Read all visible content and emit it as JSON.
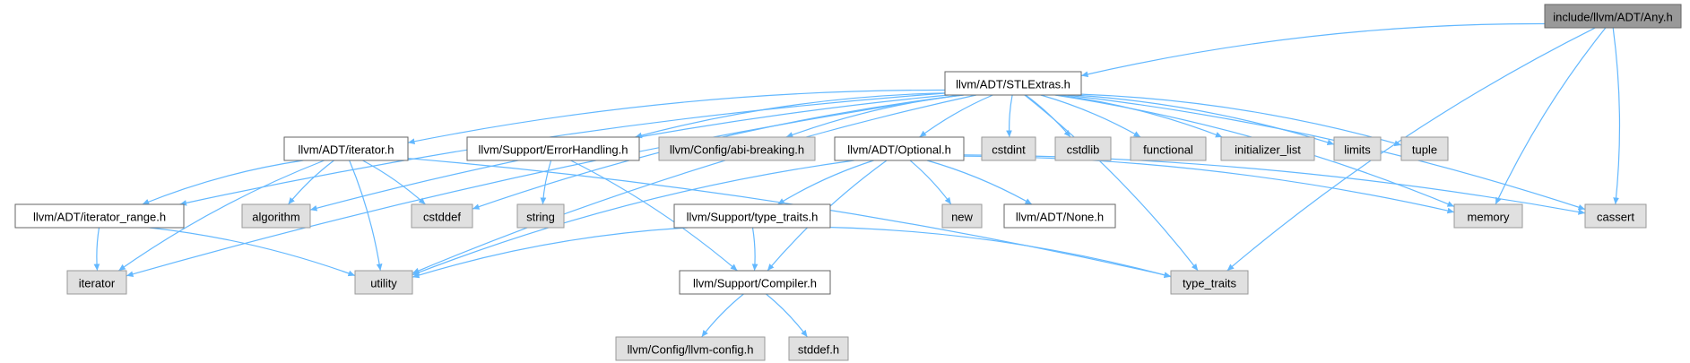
{
  "colors": {
    "edge": "#63b8ff",
    "root_fill": "#999999",
    "documented_fill": "#ffffff",
    "system_fill": "#e0e0e0",
    "border_dark": "#666666",
    "border_gray": "#999999"
  },
  "nodes": [
    {
      "id": "any",
      "label": "include/llvm/ADT/Any.h",
      "kind": "root"
    },
    {
      "id": "stlextras",
      "label": "llvm/ADT/STLExtras.h",
      "kind": "documented"
    },
    {
      "id": "iteratorh",
      "label": "llvm/ADT/iterator.h",
      "kind": "documented"
    },
    {
      "id": "errorhandling",
      "label": "llvm/Support/ErrorHandling.h",
      "kind": "documented"
    },
    {
      "id": "abibreaking",
      "label": "llvm/Config/abi-breaking.h",
      "kind": "system"
    },
    {
      "id": "optional",
      "label": "llvm/ADT/Optional.h",
      "kind": "documented"
    },
    {
      "id": "cstdint",
      "label": "cstdint",
      "kind": "system"
    },
    {
      "id": "cstdlib",
      "label": "cstdlib",
      "kind": "system"
    },
    {
      "id": "functional",
      "label": "functional",
      "kind": "system"
    },
    {
      "id": "initializer_list",
      "label": "initializer_list",
      "kind": "system"
    },
    {
      "id": "limits",
      "label": "limits",
      "kind": "system"
    },
    {
      "id": "tuple",
      "label": "tuple",
      "kind": "system"
    },
    {
      "id": "iterator_range",
      "label": "llvm/ADT/iterator_range.h",
      "kind": "documented"
    },
    {
      "id": "algorithm",
      "label": "algorithm",
      "kind": "system"
    },
    {
      "id": "cstddef",
      "label": "cstddef",
      "kind": "system"
    },
    {
      "id": "string",
      "label": "string",
      "kind": "system"
    },
    {
      "id": "type_traits_h",
      "label": "llvm/Support/type_traits.h",
      "kind": "documented"
    },
    {
      "id": "new",
      "label": "new",
      "kind": "system"
    },
    {
      "id": "none",
      "label": "llvm/ADT/None.h",
      "kind": "documented"
    },
    {
      "id": "memory",
      "label": "memory",
      "kind": "system"
    },
    {
      "id": "cassert",
      "label": "cassert",
      "kind": "system"
    },
    {
      "id": "iterator",
      "label": "iterator",
      "kind": "system"
    },
    {
      "id": "utility",
      "label": "utility",
      "kind": "system"
    },
    {
      "id": "compiler",
      "label": "llvm/Support/Compiler.h",
      "kind": "documented"
    },
    {
      "id": "type_traits",
      "label": "type_traits",
      "kind": "system"
    },
    {
      "id": "llvmconfig",
      "label": "llvm/Config/llvm-config.h",
      "kind": "system"
    },
    {
      "id": "stddef",
      "label": "stddef.h",
      "kind": "system"
    }
  ],
  "edges": [
    [
      "any",
      "stlextras"
    ],
    [
      "any",
      "memory"
    ],
    [
      "any",
      "cassert"
    ],
    [
      "any",
      "type_traits"
    ],
    [
      "stlextras",
      "iteratorh"
    ],
    [
      "stlextras",
      "errorhandling"
    ],
    [
      "stlextras",
      "abibreaking"
    ],
    [
      "stlextras",
      "optional"
    ],
    [
      "stlextras",
      "cstdint"
    ],
    [
      "stlextras",
      "cstdlib"
    ],
    [
      "stlextras",
      "functional"
    ],
    [
      "stlextras",
      "initializer_list"
    ],
    [
      "stlextras",
      "limits"
    ],
    [
      "stlextras",
      "tuple"
    ],
    [
      "stlextras",
      "memory"
    ],
    [
      "stlextras",
      "cassert"
    ],
    [
      "stlextras",
      "type_traits"
    ],
    [
      "stlextras",
      "iterator_range"
    ],
    [
      "stlextras",
      "algorithm"
    ],
    [
      "stlextras",
      "cstddef"
    ],
    [
      "stlextras",
      "iterator"
    ],
    [
      "stlextras",
      "utility"
    ],
    [
      "iteratorh",
      "iterator_range"
    ],
    [
      "iteratorh",
      "algorithm"
    ],
    [
      "iteratorh",
      "cstddef"
    ],
    [
      "iteratorh",
      "iterator"
    ],
    [
      "iteratorh",
      "utility"
    ],
    [
      "iteratorh",
      "type_traits"
    ],
    [
      "errorhandling",
      "string"
    ],
    [
      "errorhandling",
      "compiler"
    ],
    [
      "optional",
      "type_traits_h"
    ],
    [
      "optional",
      "new"
    ],
    [
      "optional",
      "none"
    ],
    [
      "optional",
      "memory"
    ],
    [
      "optional",
      "cassert"
    ],
    [
      "optional",
      "compiler"
    ],
    [
      "optional",
      "utility"
    ],
    [
      "iterator_range",
      "iterator"
    ],
    [
      "iterator_range",
      "utility"
    ],
    [
      "type_traits_h",
      "compiler"
    ],
    [
      "type_traits_h",
      "utility"
    ],
    [
      "type_traits_h",
      "type_traits"
    ],
    [
      "compiler",
      "llvmconfig"
    ],
    [
      "compiler",
      "stddef"
    ]
  ]
}
